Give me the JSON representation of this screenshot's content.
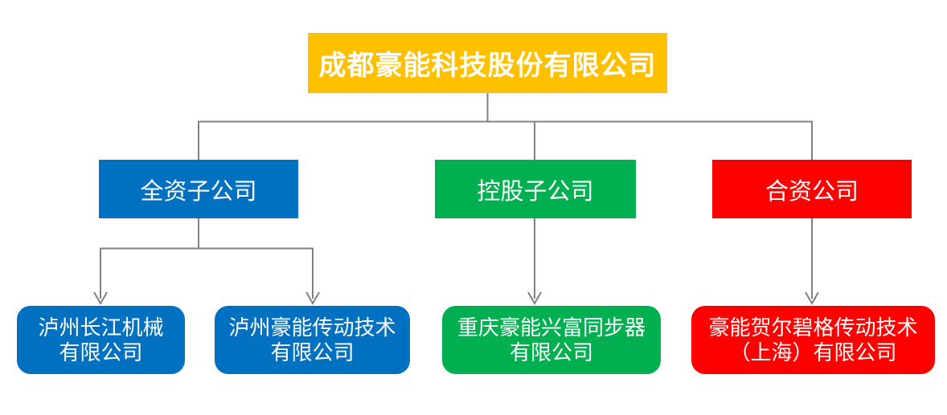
{
  "diagram": {
    "type": "org-chart",
    "background": "#FFFFFF",
    "text_color": "#FFFFFF",
    "connector_color": "#808080",
    "root": {
      "label": "成都豪能科技股份有限公司",
      "color": "#FFC000"
    },
    "groups": [
      {
        "label": "全资子公司",
        "color": "#0070C0",
        "children": [
          {
            "line1": "泸州长江机械",
            "line2": "有限公司"
          },
          {
            "line1": "泸州豪能传动技术",
            "line2": "有限公司"
          }
        ]
      },
      {
        "label": "控股子公司",
        "color": "#00B050",
        "children": [
          {
            "line1": "重庆豪能兴富同步器",
            "line2": "有限公司"
          }
        ]
      },
      {
        "label": "合资公司",
        "color": "#FF0000",
        "children": [
          {
            "line1": "豪能贺尔碧格传动技术",
            "line2": "（上海）有限公司"
          }
        ]
      }
    ]
  }
}
